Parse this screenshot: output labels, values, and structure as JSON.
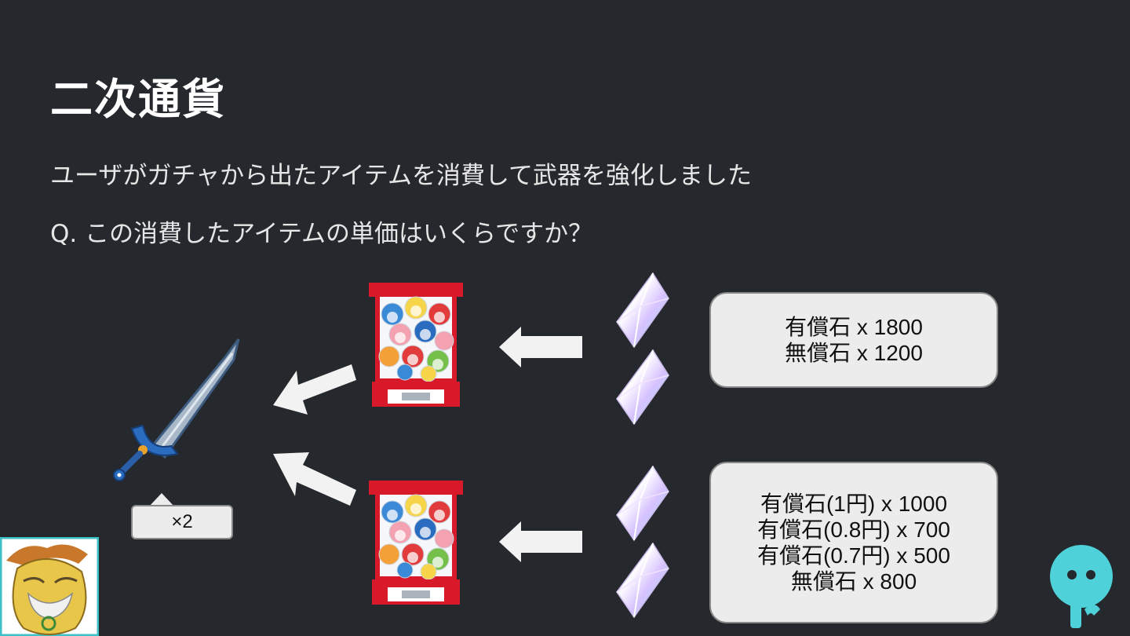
{
  "slide": {
    "title": "二次通貨",
    "body_line1": "ユーザがガチャから出たアイテムを消費して武器を強化しました",
    "body_line2": "Q. この消費したアイテムの単価はいくらですか？"
  },
  "boxes": {
    "top": [
      "有償石 x 1800",
      "無償石 x 1200"
    ],
    "bottom": [
      "有償石(1円) x 1000",
      "有償石(0.8円) x 700",
      "有償石(0.7円) x 500",
      "無償石 x 800"
    ]
  },
  "callout": {
    "label": "×2"
  },
  "icons": {
    "sword": "sword-icon",
    "gacha": "gacha-machine-icon",
    "crystal": "crystal-gem-icon",
    "arrow": "arrow-left-icon",
    "mascot": "mascot-avatar-icon",
    "logo": "brand-logo-icon"
  },
  "colors": {
    "background": "#25282d",
    "box_fill": "#ececec",
    "gacha_red": "#d7192a",
    "logo_teal": "#4fd1d9"
  }
}
